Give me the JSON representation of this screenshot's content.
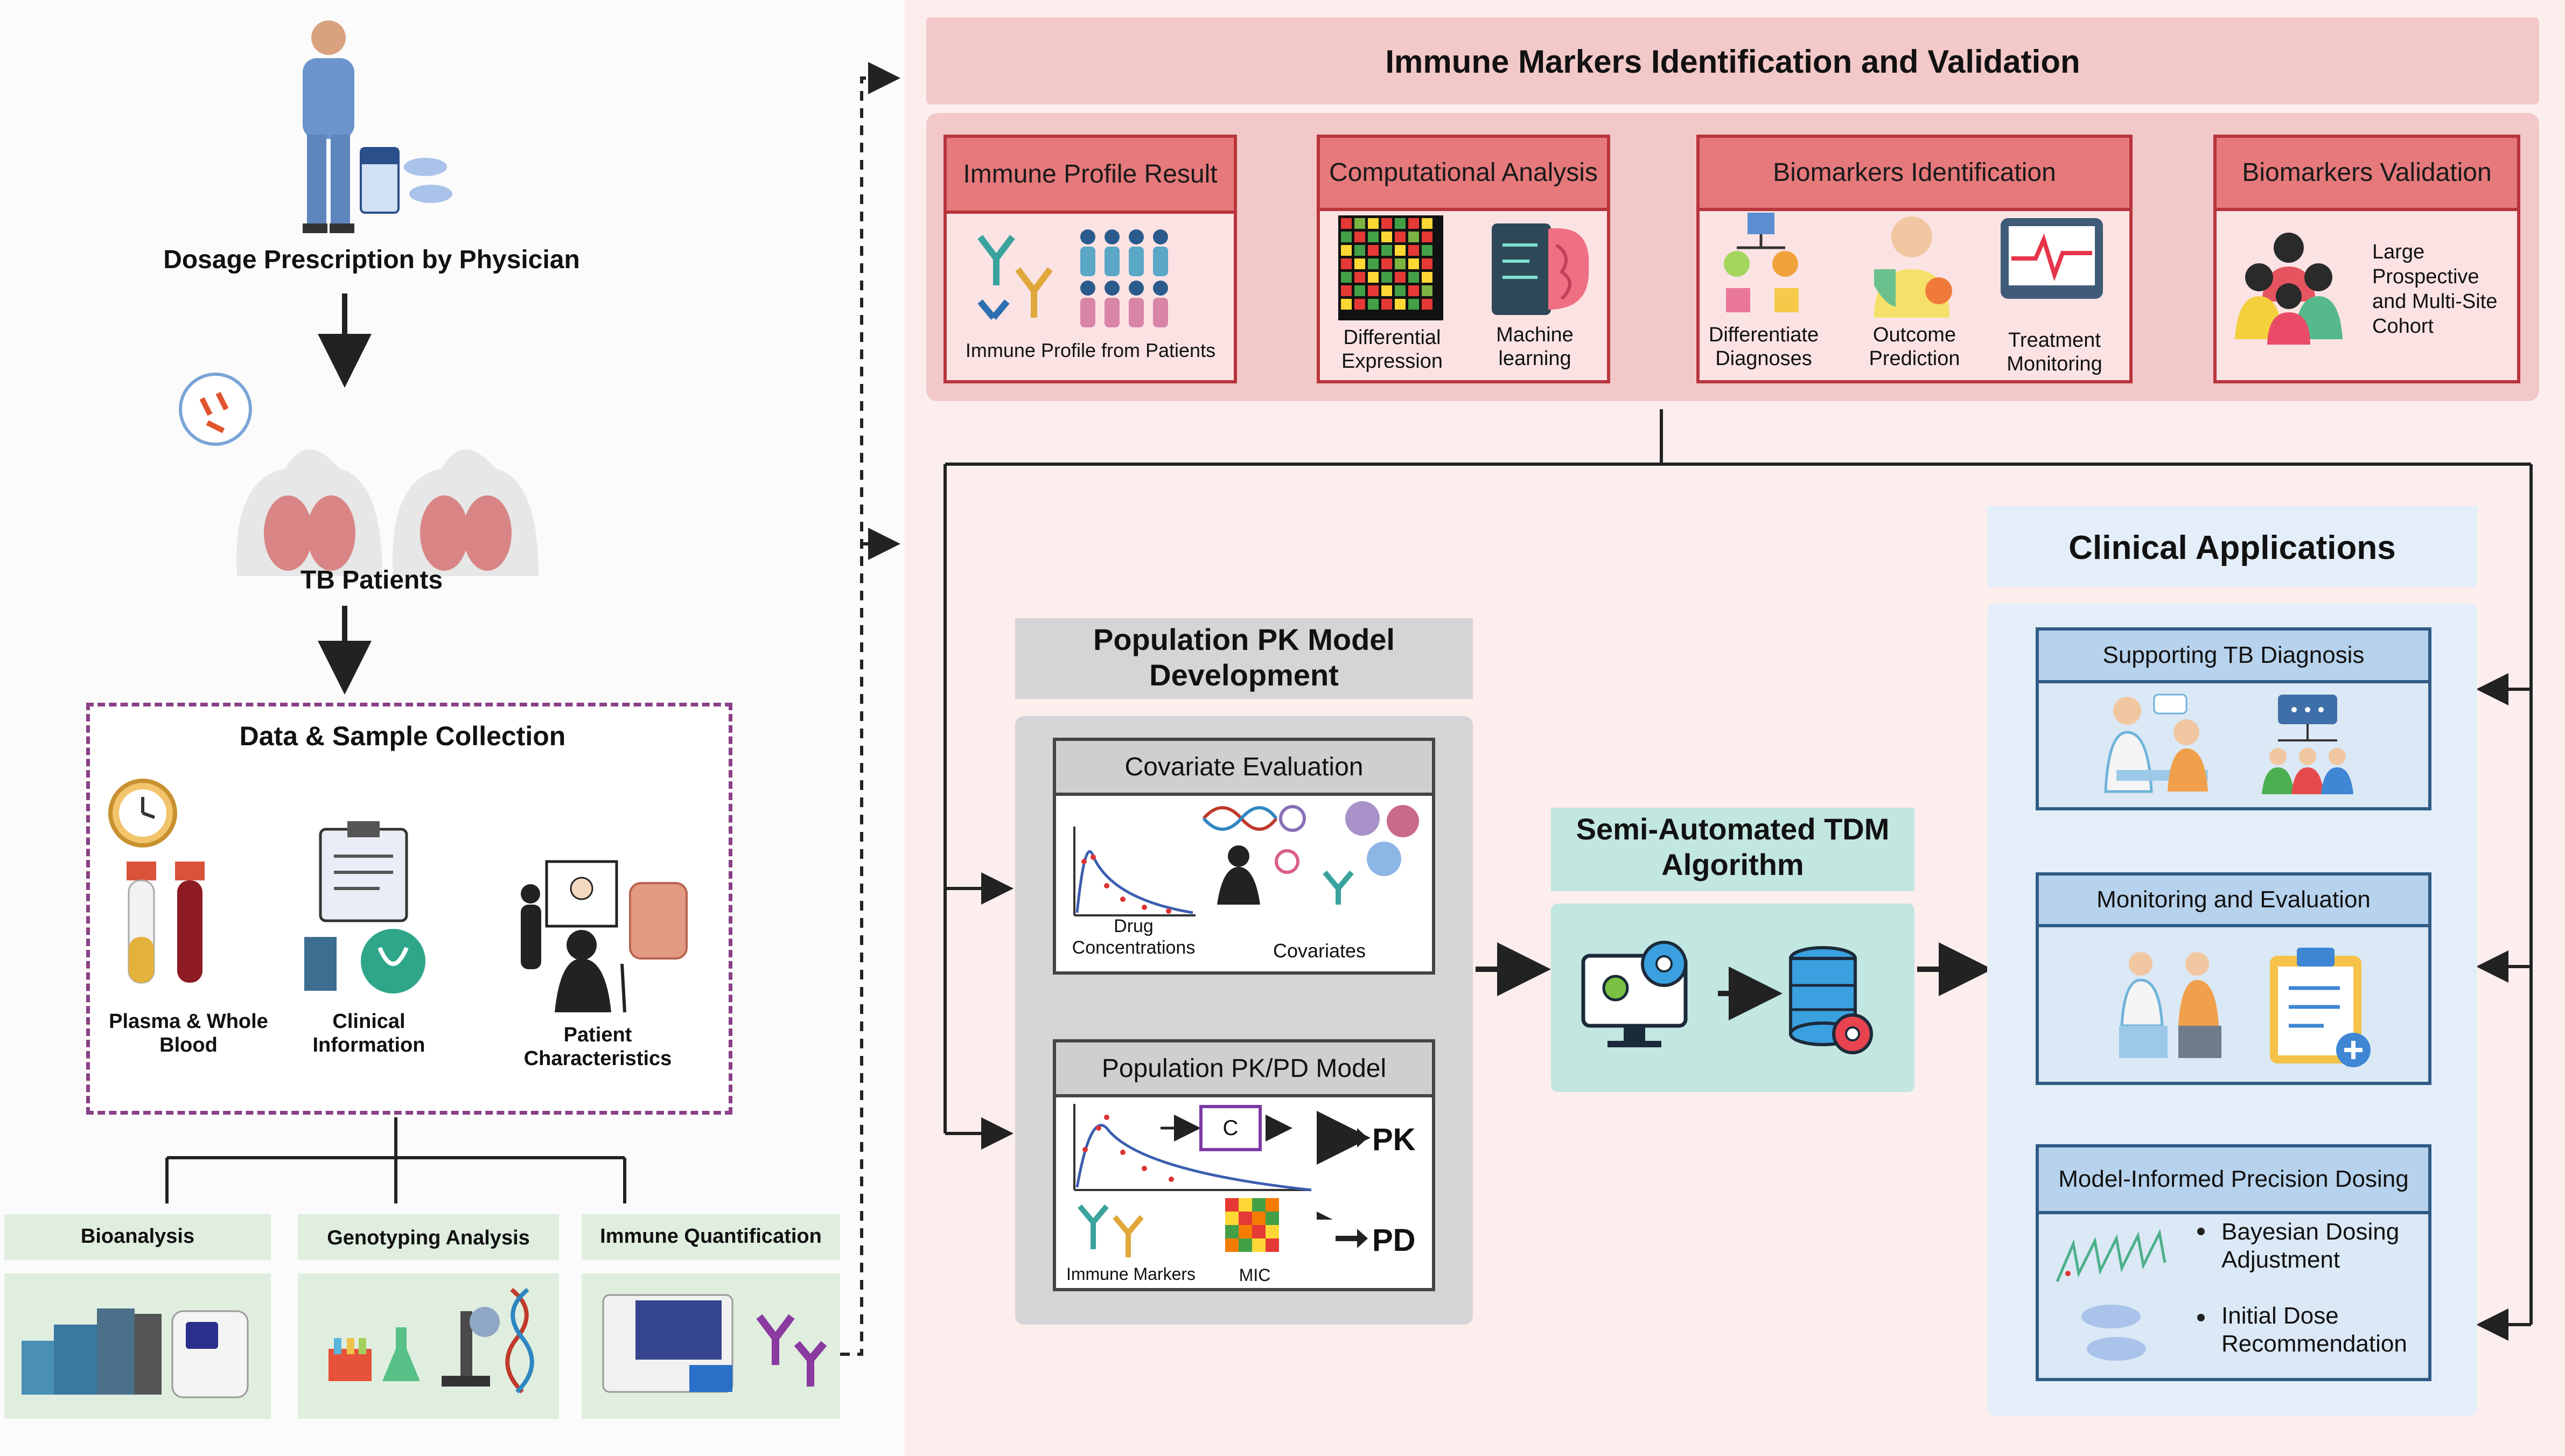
{
  "left_column": {
    "physician_label": "Dosage Prescription by Physician",
    "patients_label": "TB Patients",
    "collection_title": "Data & Sample Collection",
    "collection_items": {
      "plasma": "Plasma & Whole Blood",
      "clinical": "Clinical Information",
      "patient": "Patient Characteristics"
    },
    "analysis": {
      "bioanalysis": "Bioanalysis",
      "genotyping": "Genotyping Analysis",
      "immune_quant": "Immune Quantification"
    }
  },
  "immune_section": {
    "title": "Immune Markers Identification and Validation",
    "profile": {
      "title": "Immune Profile Result",
      "caption": "Immune Profile from Patients"
    },
    "computational": {
      "title": "Computational Analysis",
      "left": "Differential Expression",
      "right": "Machine learning"
    },
    "biomarkers_id": {
      "title": "Biomarkers Identification",
      "c1": "Differentiate Diagnoses",
      "c2": "Outcome Prediction",
      "c3": "Treatment Monitoring"
    },
    "validation": {
      "title": "Biomarkers Validation",
      "text": "Large Prospective and Multi-Site Cohort"
    }
  },
  "pk_section": {
    "title": "Population PK Model Development",
    "covariate": {
      "title": "Covariate Evaluation",
      "left": "Drug Concentrations",
      "right": "Covariates"
    },
    "model": {
      "title": "Population PK/PD Model",
      "c_box": "C",
      "pk": "PK",
      "pd": "PD",
      "immune": "Immune Markers",
      "mic": "MIC"
    }
  },
  "tdm": {
    "title": "Semi-Automated TDM Algorithm"
  },
  "clinical": {
    "title": "Clinical Applications",
    "diag": "Supporting TB Diagnosis",
    "monitor": "Monitoring and Evaluation",
    "mipd": {
      "title": "Model-Informed Precision Dosing",
      "b1": "Bayesian Dosing Adjustment",
      "b2": "Initial Dose Recommendation"
    }
  },
  "colors": {
    "pink_bg": "#fdeceb",
    "red_header": "#e6797b",
    "red_border": "#b8353c",
    "teal": "#c2e6e0",
    "blue_panel": "#dbe8f5",
    "grey_panel": "#d5d5d7"
  }
}
